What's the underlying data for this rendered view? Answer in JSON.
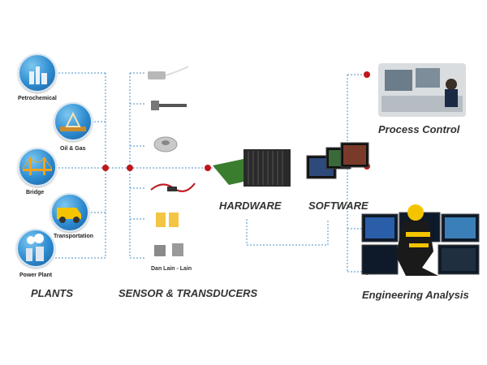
{
  "plants": {
    "heading": "PLANTS",
    "items": [
      {
        "label": "Petrochemical",
        "icon": "petrochemical-icon"
      },
      {
        "label": "Oil & Gas",
        "icon": "oil-gas-icon"
      },
      {
        "label": "Bridge",
        "icon": "bridge-icon"
      },
      {
        "label": "Transportation",
        "icon": "truck-icon"
      },
      {
        "label": "Power Plant",
        "icon": "power-plant-icon"
      }
    ]
  },
  "sensors": {
    "heading": "SENSOR & TRANSDUCERS",
    "caption": "Dan Lain - Lain"
  },
  "hardware": {
    "label": "HARDWARE"
  },
  "software": {
    "label": "SOFTWARE"
  },
  "outputs": {
    "process_control": "Process Control",
    "engineering_analysis": "Engineering Analysis"
  },
  "colors": {
    "connector": "#4a90c8",
    "node": "#c0161b",
    "icon_blue": "#2d8bd0"
  }
}
